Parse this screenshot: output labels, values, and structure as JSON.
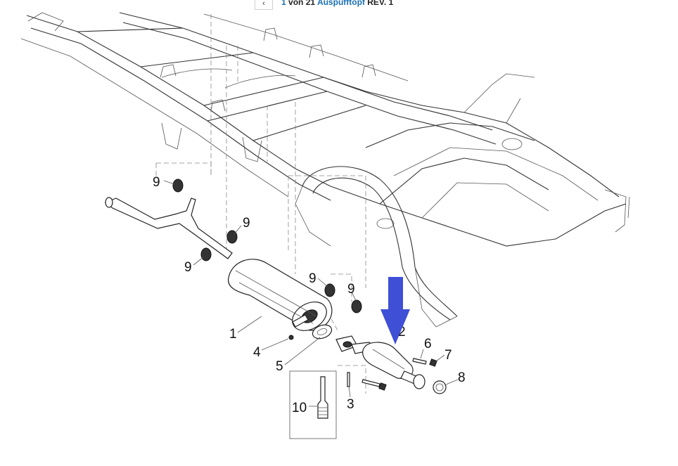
{
  "header": {
    "nav_icon": "chevron-left-icon",
    "nav_glyph": "‹",
    "index": "1",
    "of_text": "von 21",
    "title": "Auspufftopf",
    "revision": "REV. 1"
  },
  "callouts": {
    "c1": "1",
    "c2": "2",
    "c3": "3",
    "c4": "4",
    "c5": "5",
    "c6": "6",
    "c7": "7",
    "c8": "8",
    "c9": "9",
    "c10": "10"
  },
  "marker": {
    "icon": "arrow-down-icon",
    "color": "#3f4fd6"
  },
  "colors": {
    "link": "#1a6fb5",
    "line": "#333333"
  }
}
